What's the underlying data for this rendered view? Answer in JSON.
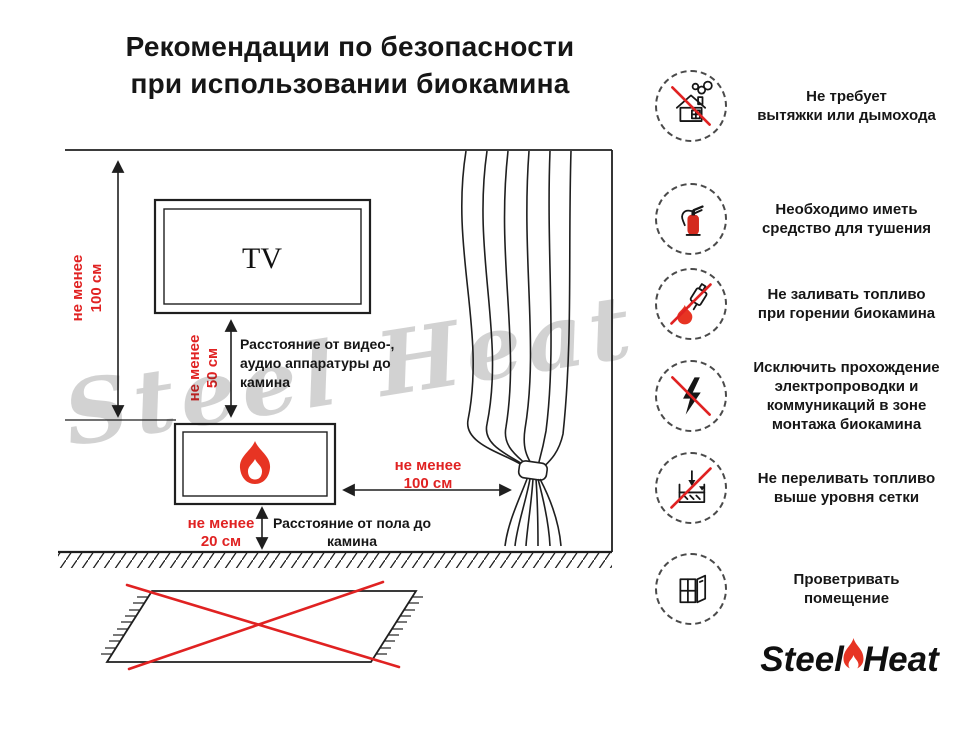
{
  "title": {
    "line1": "Рекомендации по безопасности",
    "line2": "при использовании биокамина"
  },
  "diagram": {
    "tv_label": "TV",
    "dim_left": {
      "line1": "не менее",
      "line2": "100 см"
    },
    "dim_mid": {
      "line1": "не менее",
      "line2": "50 см"
    },
    "dim_right": {
      "line1": "не менее",
      "line2": "100 см"
    },
    "dim_bottom": {
      "line1": "не менее",
      "line2": "20 см"
    },
    "note_mid": {
      "line1": "Расстояние от видео-,",
      "line2": "аудио аппаратуры до",
      "line3": "камина"
    },
    "note_bottom": {
      "line1": "Расстояние от пола до",
      "line2": "камина"
    }
  },
  "watermark": "Steel Heat",
  "safety": {
    "items": [
      {
        "icon": "no-chimney-icon",
        "crossed": true,
        "label": "Не требует\nвытяжки или дымохода"
      },
      {
        "icon": "extinguisher-icon",
        "crossed": false,
        "label": "Необходимо иметь\nсредство для тушения"
      },
      {
        "icon": "no-refuel-while-burning-icon",
        "crossed": true,
        "label": "Не заливать топливо\nпри горении биокамина"
      },
      {
        "icon": "no-wiring-icon",
        "crossed": true,
        "label": "Исключить прохождение\nэлектропроводки и\nкоммуникаций в зоне\nмонтажа биокамина"
      },
      {
        "icon": "no-overfill-icon",
        "crossed": true,
        "label": "Не переливать топливо\nвыше уровня сетки"
      },
      {
        "icon": "ventilate-icon",
        "crossed": false,
        "label": "Проветривать\nпомещение"
      }
    ]
  },
  "logo": {
    "part1": "Steel",
    "part2": "Heat"
  },
  "colors": {
    "accent_red": "#e02222",
    "flame_red": "#e73423",
    "line_black": "#1f1f1f",
    "watermark_gray": "rgba(30,30,30,0.2)"
  }
}
